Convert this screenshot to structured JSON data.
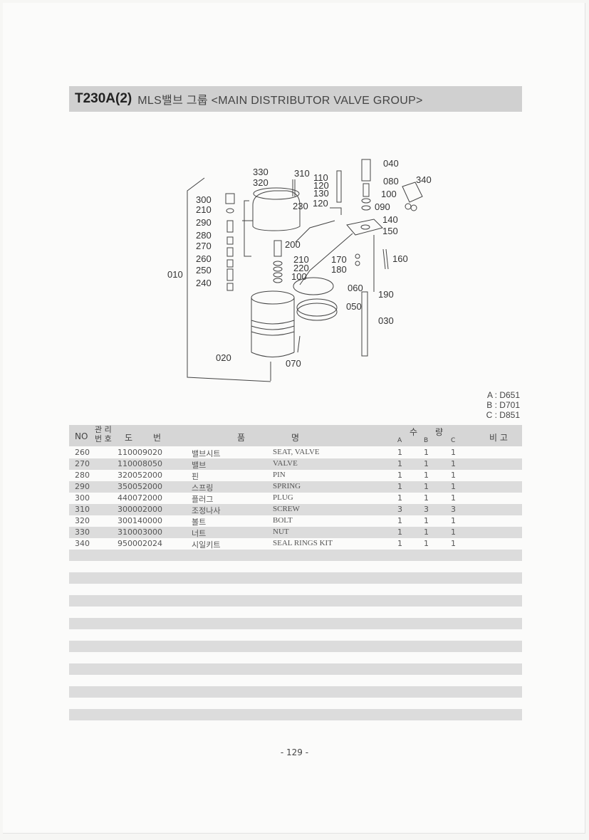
{
  "header": {
    "code": "T230A(2)",
    "title": "MLS밸브 그룹 <MAIN DISTRIBUTOR VALVE GROUP>"
  },
  "diagram": {
    "labels": [
      "330",
      "320",
      "310",
      "110",
      "120",
      "130",
      "120",
      "040",
      "080",
      "340",
      "100",
      "090",
      "140",
      "150",
      "300",
      "210",
      "290",
      "280",
      "270",
      "230",
      "200",
      "260",
      "250",
      "240",
      "010",
      "210",
      "220",
      "100",
      "170",
      "180",
      "160",
      "060",
      "190",
      "050",
      "030",
      "020",
      "070"
    ]
  },
  "models": [
    "A : D651",
    "B : D701",
    "C : D851"
  ],
  "table": {
    "headers": {
      "no": "NO",
      "mgmt_1": "관 리",
      "mgmt_2": "번 호",
      "drawing_1": "도",
      "drawing_2": "번",
      "name_1": "품",
      "name_2": "명",
      "qty_1": "수",
      "qty_2": "량",
      "qty_a": "A",
      "qty_b": "B",
      "qty_c": "C",
      "remark": "비 고"
    },
    "rows": [
      {
        "no": "260",
        "part": "110009020",
        "kr": "밸브시트",
        "en": "SEAT, VALVE",
        "a": "1",
        "b": "1",
        "c": "1"
      },
      {
        "no": "270",
        "part": "110008050",
        "kr": "밸브",
        "en": "VALVE",
        "a": "1",
        "b": "1",
        "c": "1"
      },
      {
        "no": "280",
        "part": "320052000",
        "kr": "핀",
        "en": "PIN",
        "a": "1",
        "b": "1",
        "c": "1"
      },
      {
        "no": "290",
        "part": "350052000",
        "kr": "스프링",
        "en": "SPRING",
        "a": "1",
        "b": "1",
        "c": "1"
      },
      {
        "no": "300",
        "part": "440072000",
        "kr": "플러그",
        "en": "PLUG",
        "a": "1",
        "b": "1",
        "c": "1"
      },
      {
        "no": "310",
        "part": "300002000",
        "kr": "조정나사",
        "en": "SCREW",
        "a": "3",
        "b": "3",
        "c": "3"
      },
      {
        "no": "320",
        "part": "300140000",
        "kr": "볼트",
        "en": "BOLT",
        "a": "1",
        "b": "1",
        "c": "1"
      },
      {
        "no": "330",
        "part": "310003000",
        "kr": "너트",
        "en": "NUT",
        "a": "1",
        "b": "1",
        "c": "1"
      },
      {
        "no": "340",
        "part": "950002024",
        "kr": "시일키트",
        "en": "SEAL RINGS KIT",
        "a": "1",
        "b": "1",
        "c": "1"
      }
    ]
  },
  "page_number": "- 129 -"
}
